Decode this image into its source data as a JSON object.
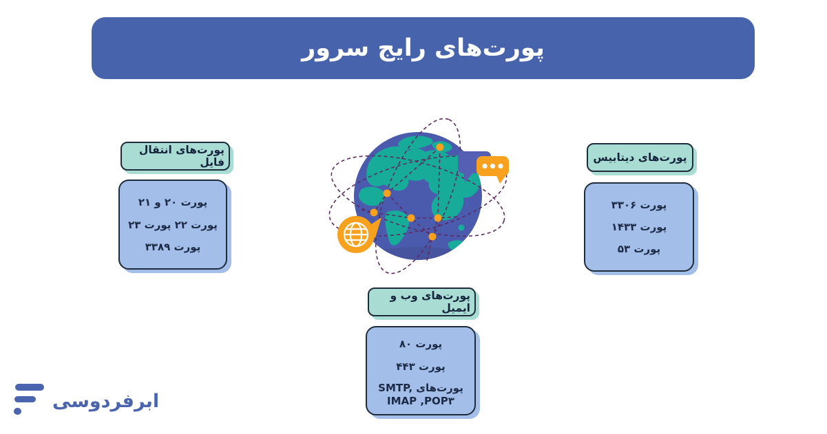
{
  "header": {
    "title": "پورت‌های رایج سرور"
  },
  "cards": {
    "file_transfer": {
      "label": "پورت‌های انتقال فایل",
      "rows": [
        "پورت ۲۰ و ۲۱",
        "پورت ۲۲ پورت ۲۳",
        "پورت ۳۳۸۹"
      ]
    },
    "database": {
      "label": "پورت‌های دیتابیس",
      "rows": [
        "پورت ۳۳۰۶",
        "پورت ۱۴۳۳",
        "پورت ۵۳"
      ]
    },
    "web_email": {
      "label": "پورت‌های وب و ایمیل",
      "rows": [
        "پورت ۸۰",
        "پورت ۴۴۳",
        "SMTP, پورت‌های",
        "IMAP ,POP۳"
      ]
    }
  },
  "illustration": {
    "icons": [
      "globe-earth",
      "orbit-dashed-rings",
      "network-node-dots",
      "chat-bubble-three-dots",
      "www-globe-speech-bubble"
    ]
  },
  "logo": {
    "text": "ابرفردوسی"
  },
  "colors": {
    "banner_blue": "#4663ac",
    "tag_teal": "#a9dcd3",
    "card_blue": "#a3bee8",
    "outline_dark": "#1d2b3b",
    "text_dark": "#1c2a45",
    "globe_blue": "#4a5bad",
    "globe_shade": "#46539f",
    "continent_teal": "#17ab99",
    "orbit_purple": "#5e2a60",
    "accent_orange": "#f7a11e",
    "bubble_blue": "#5560b4",
    "logo_blue": "#4a65ae"
  }
}
